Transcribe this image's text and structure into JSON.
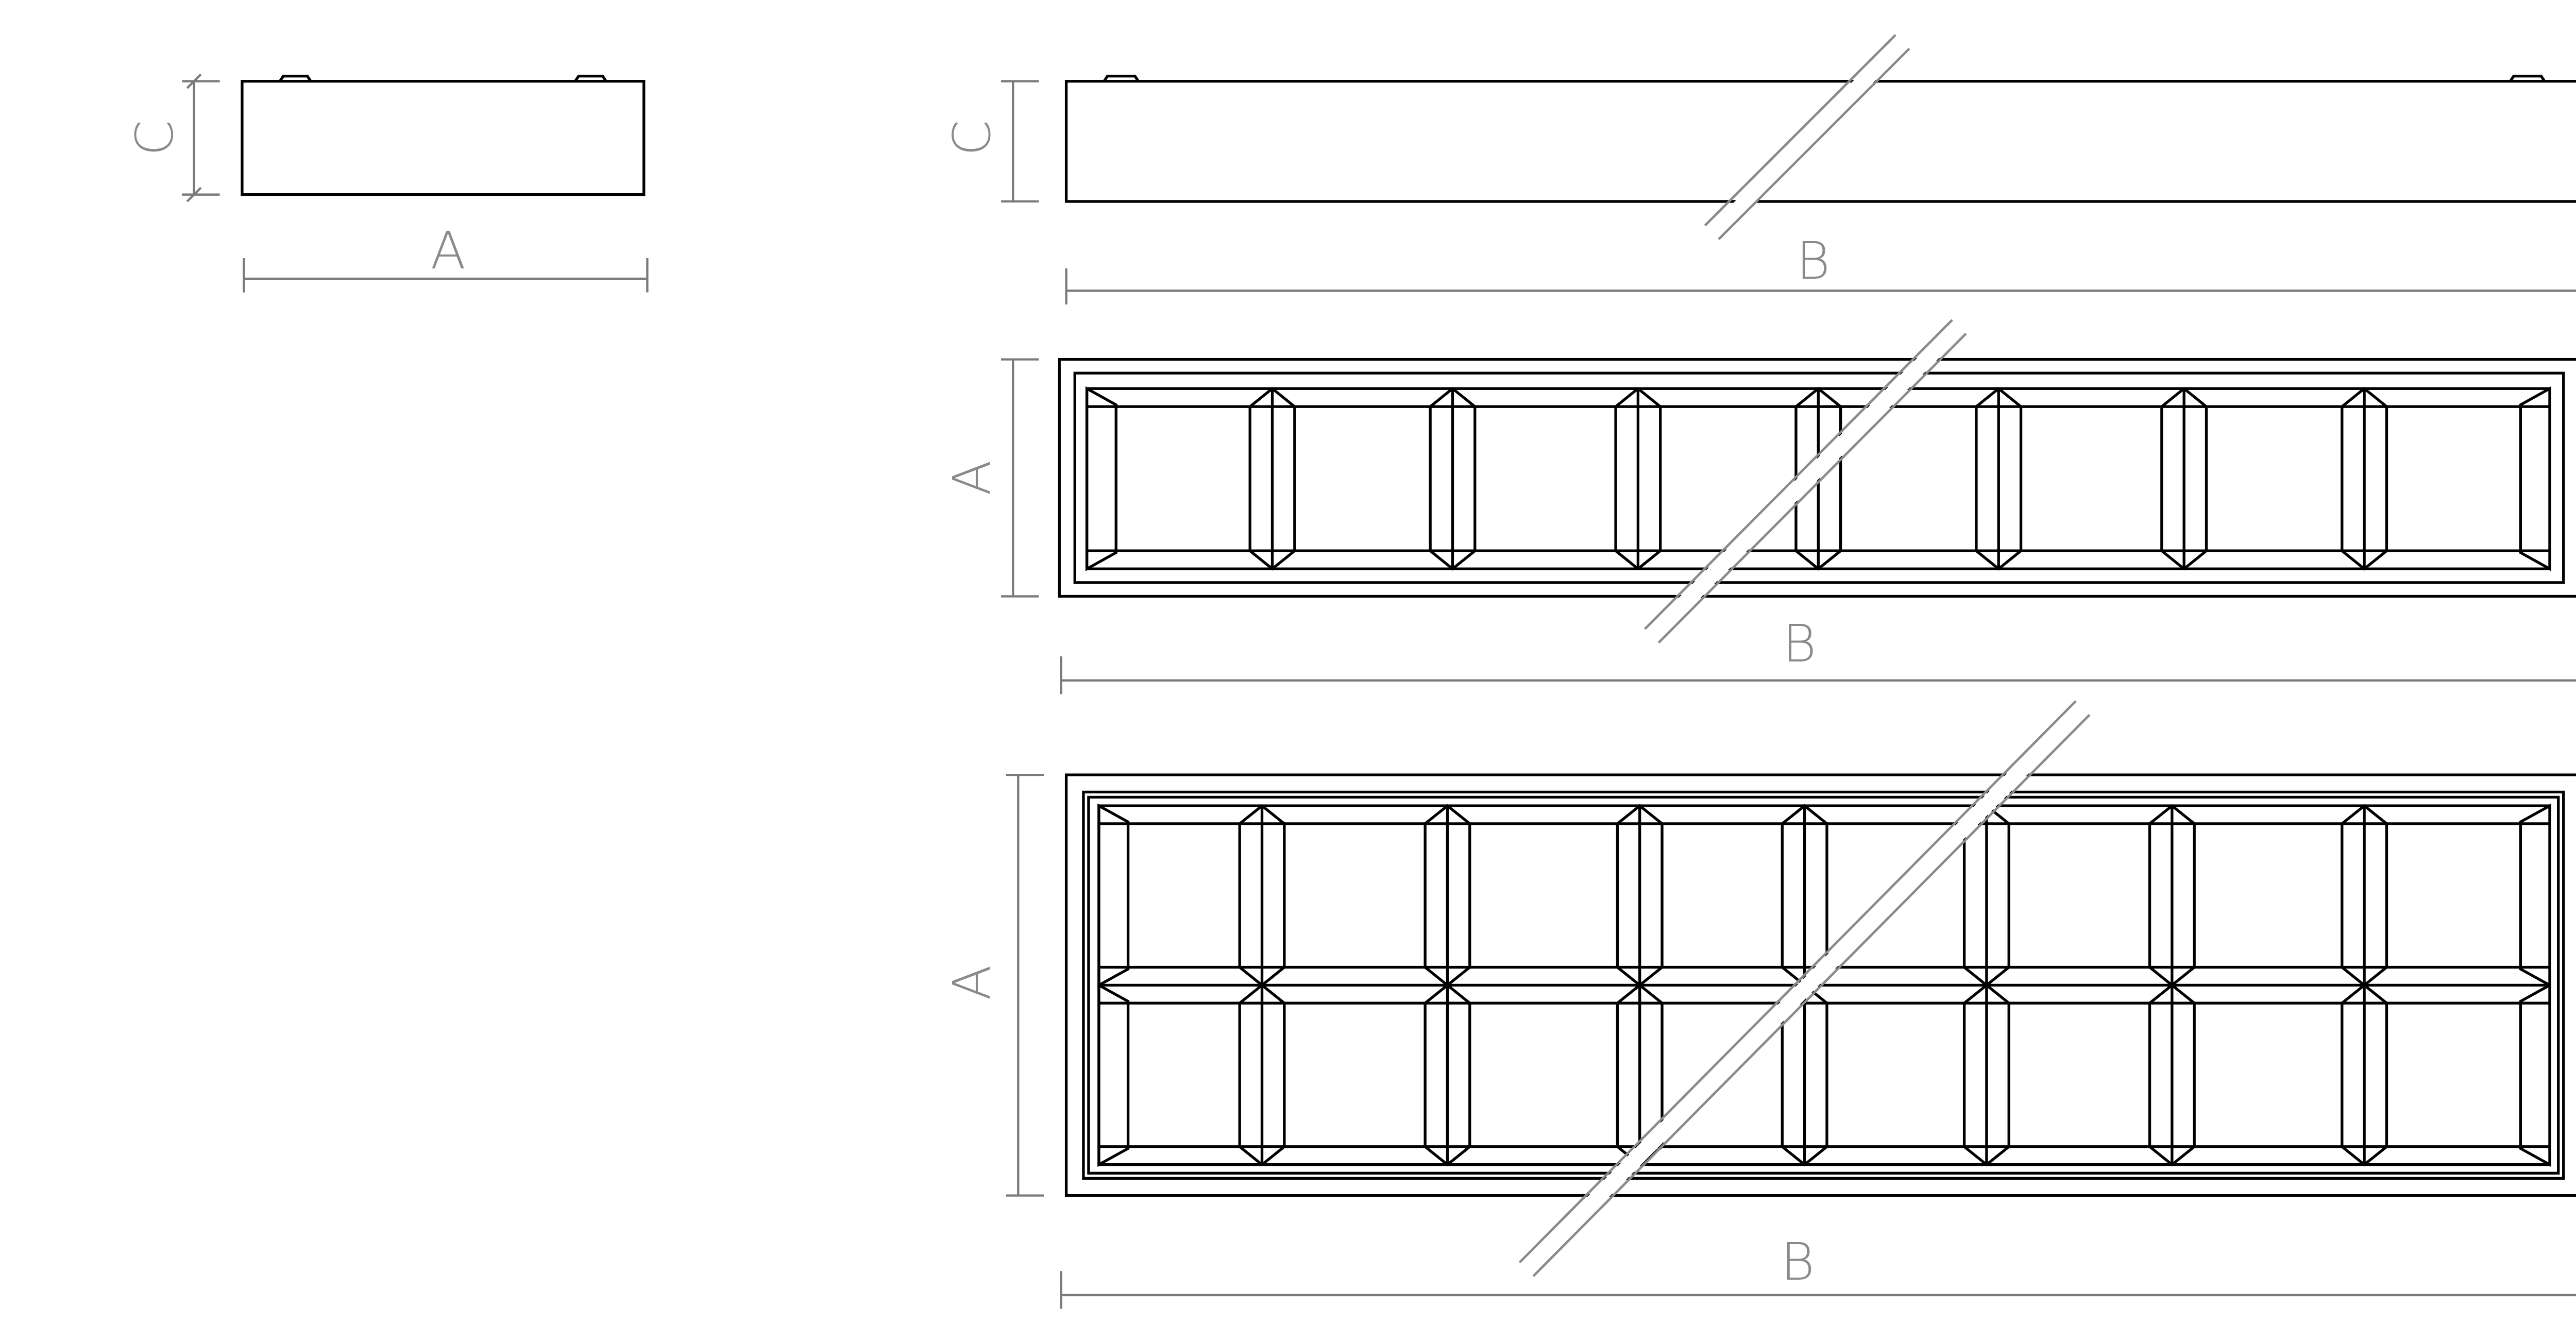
{
  "labels": {
    "side_small_height": "C",
    "side_small_width": "A",
    "side_long_height": "C",
    "side_long_length": "B",
    "plan1_width": "A",
    "plan1_length": "B",
    "plan2_width": "A",
    "plan2_length": "B"
  },
  "colors": {
    "housing_fill": "#ebebeb",
    "line": "#000000",
    "dimension": "#7a7a7a"
  },
  "louver_rows": {
    "plan1": 1,
    "plan2": 2
  },
  "louver_columns": 8
}
